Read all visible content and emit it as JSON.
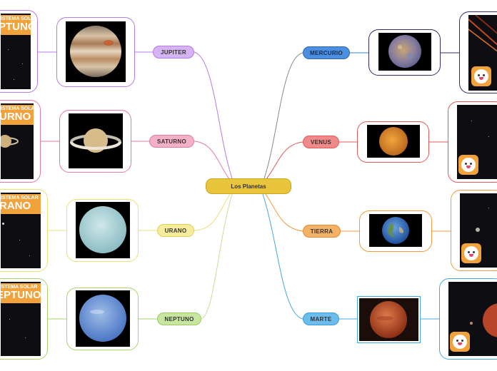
{
  "diagram": {
    "central": {
      "label": "Los Planetas",
      "color": "#e8c53a"
    },
    "left_branches": [
      {
        "label": "JUPITER",
        "color": "#b57be6",
        "poster_line1": "ISTEMA SOLAR",
        "poster_line2": "PTUNO"
      },
      {
        "label": "SATURNO",
        "color": "#e47aa0",
        "poster_line1": "ISTEMA SOLAR",
        "poster_line2": "URNO"
      },
      {
        "label": "URANO",
        "color": "#eee07a",
        "poster_line1": "ISTEMA SOLAR",
        "poster_line2": "RANO"
      },
      {
        "label": "NEPTUNO",
        "color": "#a6d66b",
        "poster_line1": "SISTEMA SOLAR",
        "poster_line2": "EPTUNO"
      }
    ],
    "right_branches": [
      {
        "label": "MERCURIO",
        "color": "#3b7fd6"
      },
      {
        "label": "VENUS",
        "color": "#e35a5a"
      },
      {
        "label": "TIERRA",
        "color": "#f09a3e"
      },
      {
        "label": "MARTE",
        "color": "#46a7e0"
      }
    ]
  }
}
